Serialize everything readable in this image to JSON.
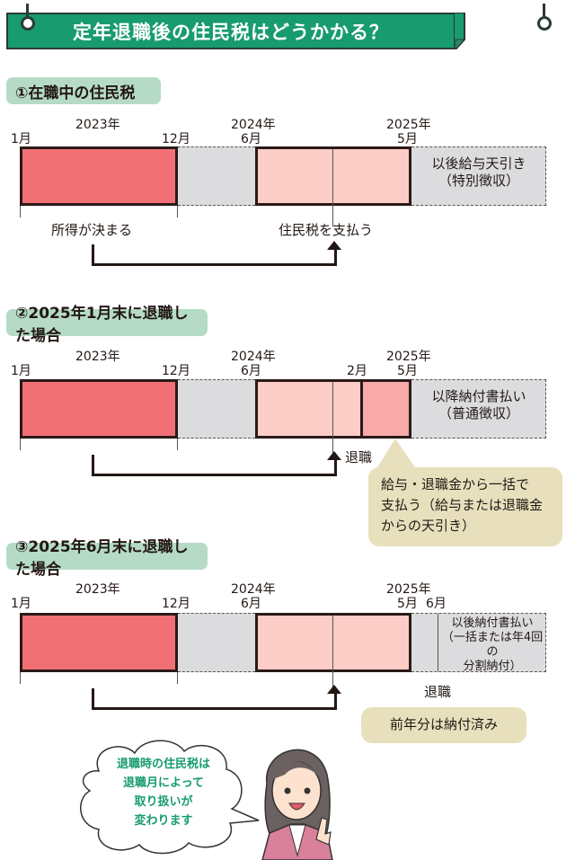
{
  "banner": {
    "title": "定年退職後の住民税はどうかかる？",
    "color": "#179b6f"
  },
  "sections": [
    {
      "title": "①在職中の住民税",
      "year_labels": [
        "2023年",
        "2024年",
        "2025年"
      ],
      "month_labels": [
        "1月",
        "12月",
        "6月",
        "5月"
      ],
      "right_note_line1": "以後給与天引き",
      "right_note_line2": "（特別徴収）",
      "caption_left": "所得が決まる",
      "caption_right": "住民税を支払う"
    },
    {
      "title": "②2025年1月末に退職した場合",
      "year_labels": [
        "2023年",
        "2024年",
        "2025年"
      ],
      "month_labels": [
        "1月",
        "12月",
        "6月",
        "2月",
        "5月"
      ],
      "right_note_line1": "以降納付書払い",
      "right_note_line2": "（普通徴収）",
      "retire_label": "退職",
      "callout_line1": "給与・退職金から一括で",
      "callout_line2": "支払う（給与または退職金",
      "callout_line3": "からの天引き）"
    },
    {
      "title": "③2025年6月末に退職した場合",
      "year_labels": [
        "2023年",
        "2024年",
        "2025年"
      ],
      "month_labels": [
        "1月",
        "12月",
        "6月",
        "5月",
        "6月"
      ],
      "right_note_line1": "以後納付書払い",
      "right_note_line2": "（一括または年4回の",
      "right_note_line3": "分割納付）",
      "retire_label": "退職",
      "callout": "前年分は納付済み"
    }
  ],
  "speech": {
    "line1": "退職時の住民税は",
    "line2": "退職月によって",
    "line3": "取り扱いが",
    "line4": "変わります"
  },
  "colors": {
    "income_year": "#f07076",
    "payment_period": "#fbcdc6",
    "lump_sum": "#f7aaa8",
    "gap": "#dcdcde",
    "section_header": "#b5dbc6",
    "callout": "#e8e0bd"
  }
}
